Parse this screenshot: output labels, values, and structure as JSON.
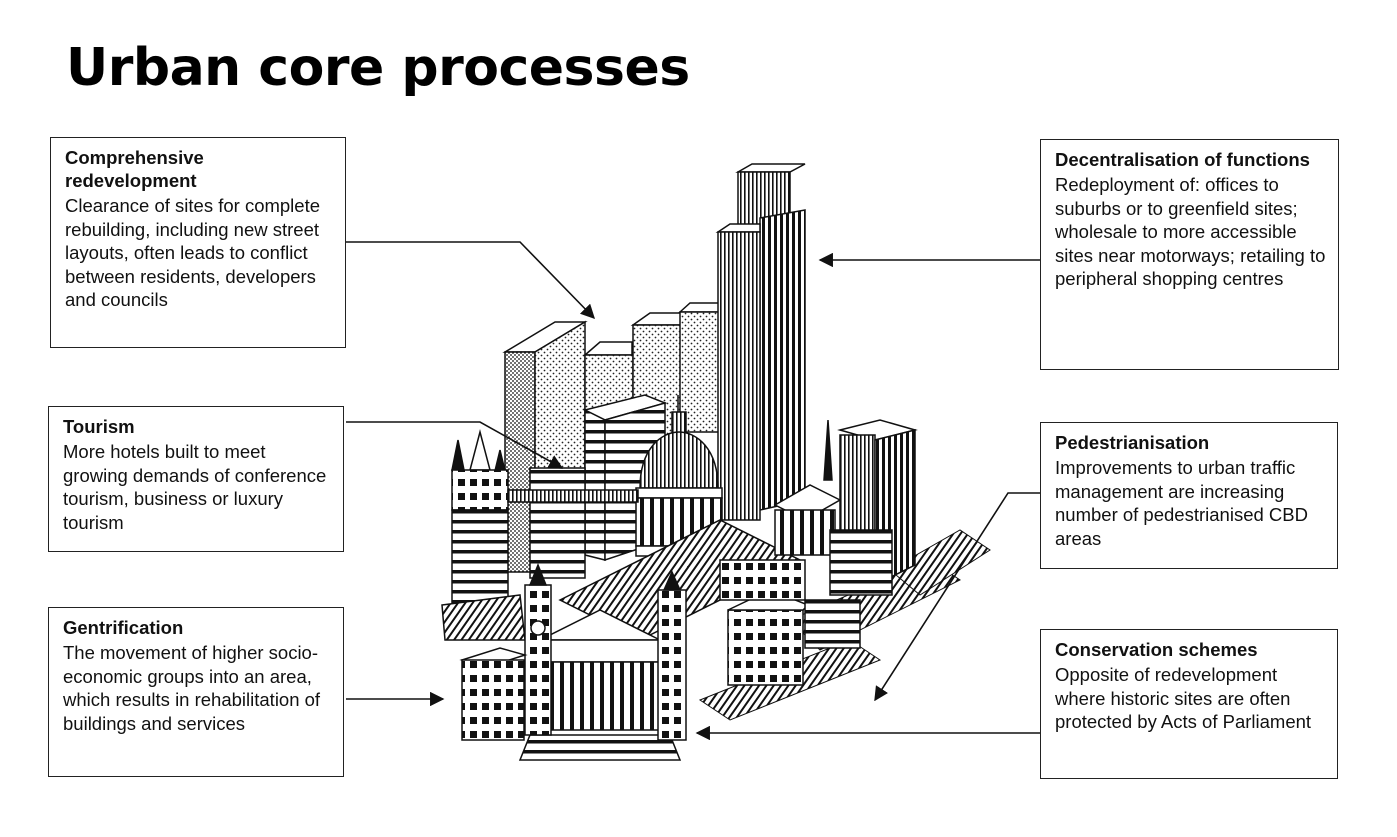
{
  "title": "Urban core processes",
  "boxes": {
    "comprehensive": {
      "heading": "Comprehensive redevelopment",
      "body": "Clearance of sites for complete rebuilding, including new street layouts, often leads to conflict between residents, developers and councils"
    },
    "tourism": {
      "heading": "Tourism",
      "body": "More hotels built to meet growing demands of conference tourism, business or luxury tourism"
    },
    "gentrification": {
      "heading": "Gentrification",
      "body": "The movement of higher socio-economic groups into an area, which results in rehabilitation of buildings and services"
    },
    "decentralisation": {
      "heading": "Decentralisation of functions",
      "body": "Redeployment of: offices to suburbs or to greenfield sites; wholesale to more accessible sites near motorways; retailing to peripheral shopping centres"
    },
    "pedestrianisation": {
      "heading": "Pedestrianisation",
      "body": "Improvements to urban traffic management are increasing number of pedestrianised CBD areas"
    },
    "conservation": {
      "heading": "Conservation schemes",
      "body": "Opposite of redevelopment where historic sites are often protected by Acts of Parliament"
    }
  }
}
